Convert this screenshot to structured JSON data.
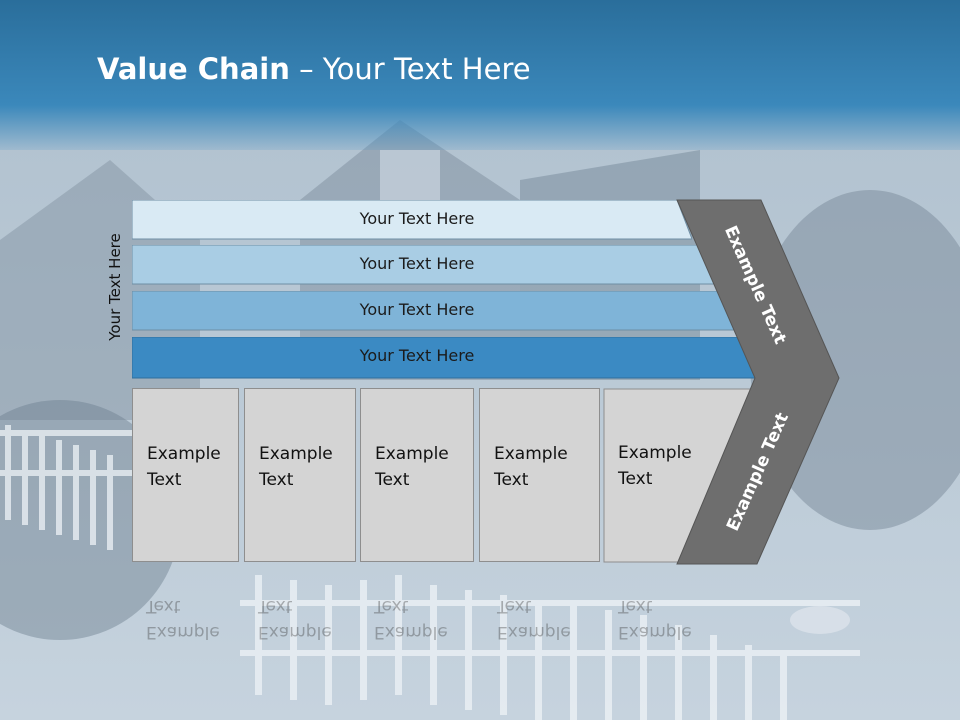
{
  "title": {
    "bold": "Value Chain",
    "rest": " – Your Text Here"
  },
  "side_label": "Your Text Here",
  "bars": [
    {
      "label": "Your Text Here",
      "color": "#d9eaf4"
    },
    {
      "label": "Your Text Here",
      "color": "#a9cde4"
    },
    {
      "label": "Your Text Here",
      "color": "#7fb4d8"
    },
    {
      "label": "Your Text Here",
      "color": "#3b8ac3"
    }
  ],
  "boxes": [
    {
      "label": "Example\nText"
    },
    {
      "label": "Example\nText"
    },
    {
      "label": "Example\nText"
    },
    {
      "label": "Example\nText"
    },
    {
      "label": "Example\nText"
    }
  ],
  "chevron": {
    "upper_label": "Example Text",
    "lower_label": "Example Text",
    "color": "#6e6e6e"
  }
}
